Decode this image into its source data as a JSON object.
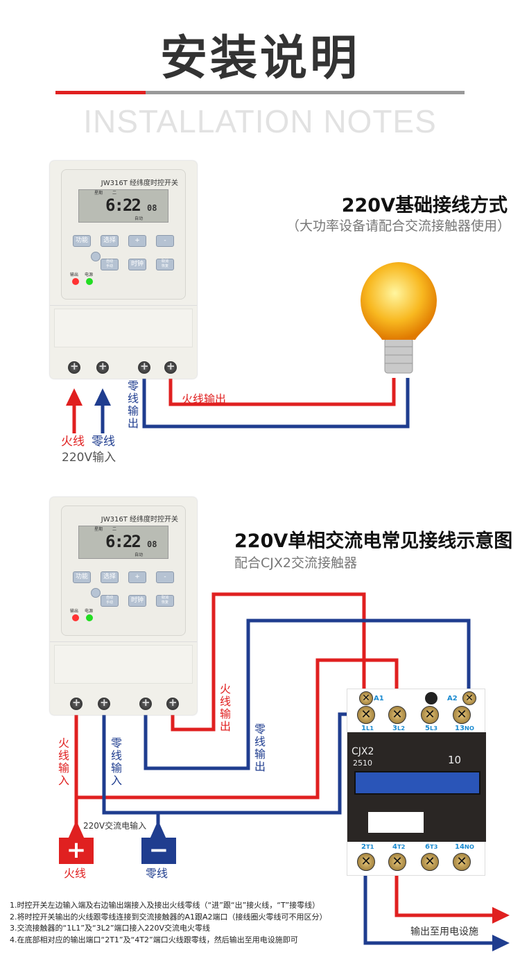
{
  "header": {
    "title": "安装说明",
    "subtitle": "INSTALLATION NOTES"
  },
  "device": {
    "model": "JW316T 经纬度时控开关",
    "week_label": "星期",
    "week_value": "二",
    "time": "6:22",
    "seconds": "08",
    "mode": "自动",
    "buttons": [
      "功能",
      "选择",
      "+",
      "-"
    ],
    "buttons2": [
      "自动\n手动",
      "时钟",
      "取消\n恢复"
    ],
    "led_output": "输出",
    "led_power": "电源"
  },
  "section1": {
    "heading": "220V基础接线方式",
    "note": "（大功率设备请配合交流接触器使用）",
    "neutral_out": "零线输出",
    "live_out": "火线输出",
    "live": "火线",
    "neutral": "零线",
    "input": "220V输入"
  },
  "section2": {
    "heading": "220V单相交流电常见接线示意图",
    "note": "配合CJX2交流接触器",
    "live_out": "火线输出",
    "neutral_out": "零线输出",
    "live_in": "火线输入",
    "neutral_in": "零线输入",
    "ac_input": "220V交流电输入",
    "live_label": "火线",
    "neutral_label": "零线",
    "plus": "+",
    "minus": "−",
    "output": "输出至用电设施"
  },
  "contactor": {
    "model": "CJX2",
    "code": "2510",
    "rating": "10",
    "a1": "A1",
    "a2": "A2",
    "top": [
      {
        "n": "1",
        "s": "L1"
      },
      {
        "n": "3",
        "s": "L2"
      },
      {
        "n": "5",
        "s": "L3"
      },
      {
        "n": "13",
        "s": "NO"
      }
    ],
    "bottom": [
      {
        "n": "2",
        "s": "T1"
      },
      {
        "n": "4",
        "s": "T2"
      },
      {
        "n": "6",
        "s": "T3"
      },
      {
        "n": "14",
        "s": "NO"
      }
    ]
  },
  "notes": [
    "1.时控开关左边输入端及右边输出端接入及接出火线零线（“进”跟“出”接火线，“T”接零线）",
    "2.将时控开关输出的火线跟零线连接到交流接触器的A1跟A2端口（接线圈火零线可不用区分）",
    "3.交流接触器的“1L1”及“3L2”端口接入220V交流电火零线",
    "4.在底部相对应的输出端口“2T1”及“4T2”端口火线跟零线，然后输出至用电设施即可"
  ],
  "colors": {
    "red": "#e02020",
    "blue": "#1f3d8f"
  }
}
